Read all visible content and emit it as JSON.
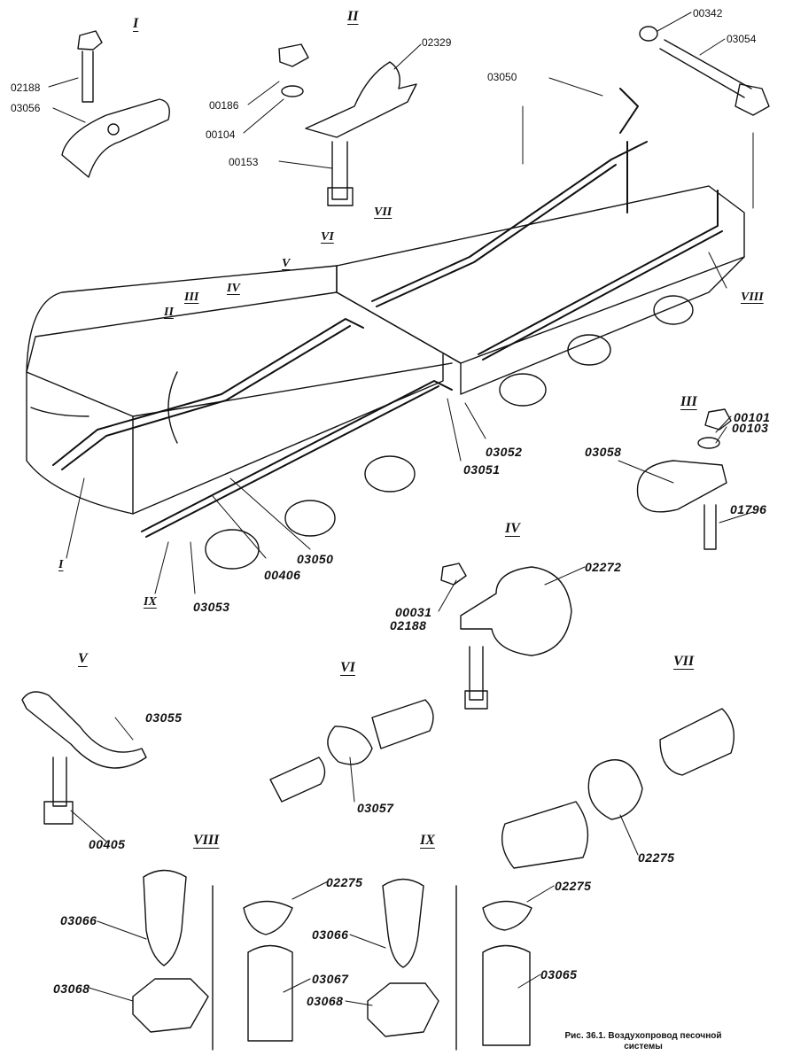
{
  "caption": {
    "line1": "Рис. 36.1. Воздухопровод песочной",
    "line2": "системы"
  },
  "roman": {
    "I_top": "I",
    "II_top": "II",
    "III_detail": "III",
    "IV_detail": "IV",
    "V_detail": "V",
    "VI_detail": "VI",
    "VII_detail": "VII",
    "VIII_detail": "VIII",
    "IX_detail": "IX",
    "I_loco": "I",
    "II_loco": "II",
    "III_loco": "III",
    "IV_loco": "IV",
    "V_loco": "V",
    "VI_loco": "VI",
    "VII_loco": "VII",
    "VIII_loco": "VIII",
    "IX_loco": "IX"
  },
  "labels": {
    "p02188a": "02188",
    "p03056": "03056",
    "p00186": "00186",
    "p00104": "00104",
    "p00153": "00153",
    "p02329": "02329",
    "p00342": "00342",
    "p03054": "03054",
    "p03050a": "03050",
    "p03050b": "03050",
    "p03052": "03052",
    "p03051": "03051",
    "p00406": "00406",
    "p03053": "03053",
    "p00101": "00101",
    "p00103": "00103",
    "p03058": "03058",
    "p01796": "01796",
    "p00031": "00031",
    "p02188b": "02188",
    "p02272": "02272",
    "p03055": "03055",
    "p00405": "00405",
    "p03057": "03057",
    "p02275a": "02275",
    "p02275b": "02275",
    "p02275c": "02275",
    "p03066a": "03066",
    "p03068a": "03068",
    "p03067": "03067",
    "p03066b": "03066",
    "p03068b": "03068",
    "p03065": "03065"
  }
}
